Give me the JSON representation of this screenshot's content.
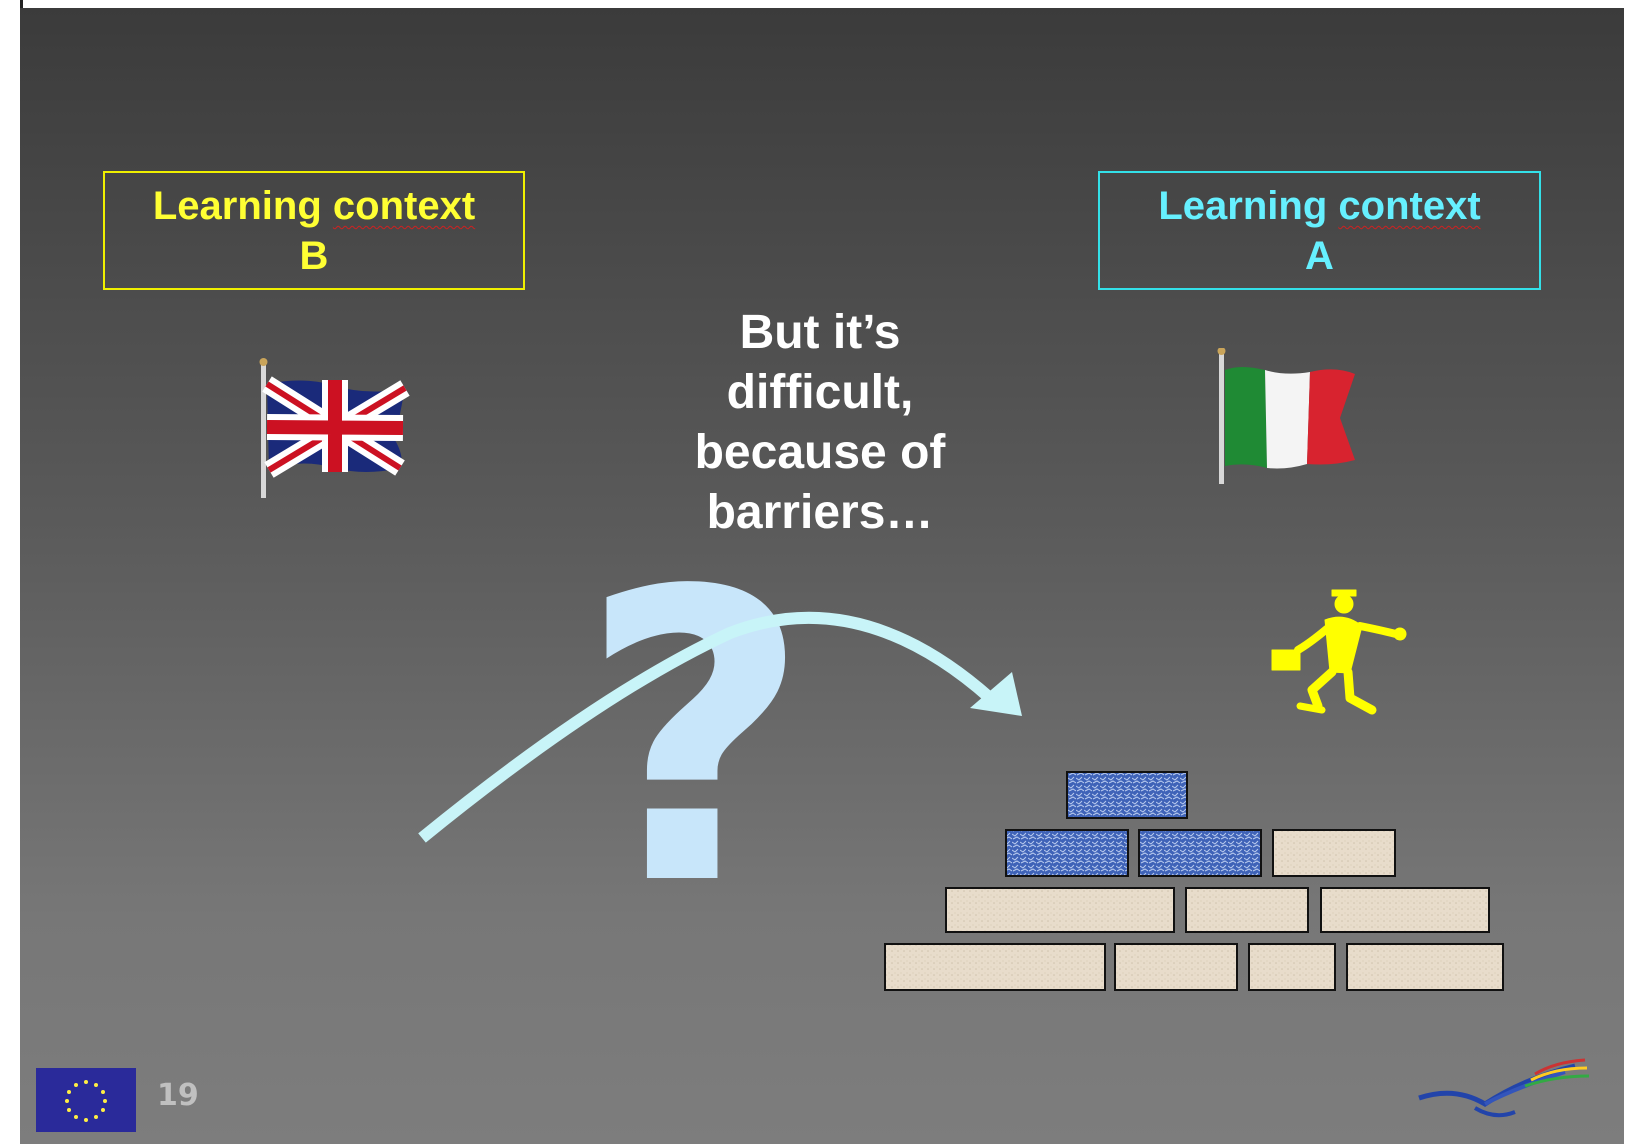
{
  "slide": {
    "context_b": {
      "line1_prefix": "Learning ",
      "line1_word": "context",
      "line2": "B"
    },
    "context_a": {
      "line1_prefix": "Learning ",
      "line1_word": "context",
      "line2": "A"
    },
    "center_text": [
      "But it’s",
      "difficult,",
      "because of",
      "barriers…"
    ],
    "page_number": "19",
    "icons": {
      "flag_left": "uk-flag-icon",
      "flag_right": "italy-flag-icon",
      "question": "question-mark-icon",
      "arrow": "curved-arrow-icon",
      "worker": "walking-worker-icon",
      "wall": "brick-wall-icon",
      "eu": "eu-flag-icon",
      "logo": "bird-logo-icon"
    },
    "colors": {
      "context_b": "#ffff33",
      "context_a": "#66f0ff",
      "question": "#c8e6fa",
      "arrow": "#c8f4f8",
      "worker": "#ffff00",
      "brick_blue": "#4a72c8",
      "brick_beige": "#e8dccb"
    }
  }
}
